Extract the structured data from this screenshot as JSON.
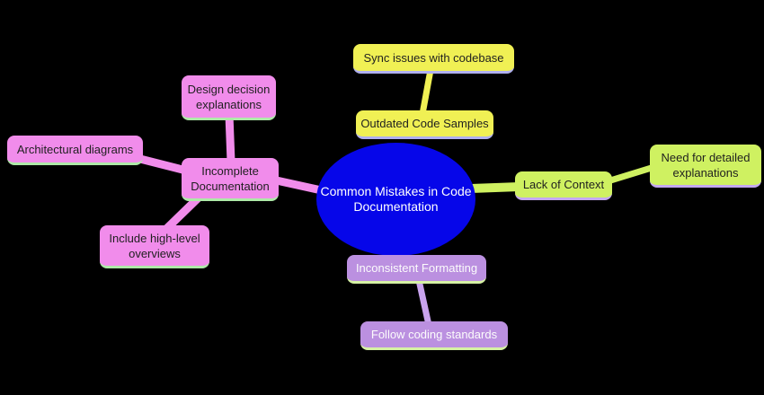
{
  "diagram": {
    "type": "mindmap",
    "root": {
      "id": "common-mistakes-in-code-documentation",
      "label": "Common Mistakes in Code Documentation",
      "lines": [
        "Common Mistakes in Code",
        "Documentation"
      ],
      "shape": "ellipse",
      "fill": "#0606e9",
      "text_color": "#ffffff"
    },
    "branches": [
      {
        "id": "incomplete-documentation",
        "label": "Incomplete Documentation",
        "lines": [
          "Incomplete",
          "Documentation"
        ],
        "fill": "#f18ceb",
        "underline_color": "#aeeaa8",
        "edge_color": "#f18ceb",
        "text_color": "#1f1f1f",
        "children": [
          {
            "id": "design-decision-explanations",
            "label": "Design decision explanations",
            "lines": [
              "Design decision",
              "explanations"
            ]
          },
          {
            "id": "architectural-diagrams",
            "label": "Architectural diagrams",
            "lines": [
              "Architectural diagrams"
            ]
          },
          {
            "id": "include-high-level-overviews",
            "label": "Include high-level overviews",
            "lines": [
              "Include high-level",
              "overviews"
            ]
          }
        ]
      },
      {
        "id": "outdated-code-samples",
        "label": "Outdated Code Samples",
        "lines": [
          "Outdated Code Samples"
        ],
        "fill": "#f0f054",
        "underline_color": "#b0b0f0",
        "edge_color": "#f0f054",
        "text_color": "#1f1f1f",
        "children": [
          {
            "id": "sync-issues-with-codebase",
            "label": "Sync issues with codebase",
            "lines": [
              "Sync issues with codebase"
            ]
          }
        ]
      },
      {
        "id": "lack-of-context",
        "label": "Lack of Context",
        "lines": [
          "Lack of Context"
        ],
        "fill": "#cff161",
        "underline_color": "#c4a8f0",
        "edge_color": "#cff161",
        "text_color": "#1f1f1f",
        "children": [
          {
            "id": "need-for-detailed-explanations",
            "label": "Need for detailed explanations",
            "lines": [
              "Need for detailed",
              "explanations"
            ]
          }
        ]
      },
      {
        "id": "inconsistent-formatting",
        "label": "Inconsistent Formatting",
        "lines": [
          "Inconsistent Formatting"
        ],
        "fill": "#bb90e0",
        "underline_color": "#d6f2a4",
        "edge_color": "#c9a3ee",
        "text_color": "#fcfcfc",
        "children": [
          {
            "id": "follow-coding-standards",
            "label": "Follow coding standards",
            "lines": [
              "Follow coding standards"
            ]
          }
        ]
      }
    ],
    "background_color": "#000000"
  }
}
